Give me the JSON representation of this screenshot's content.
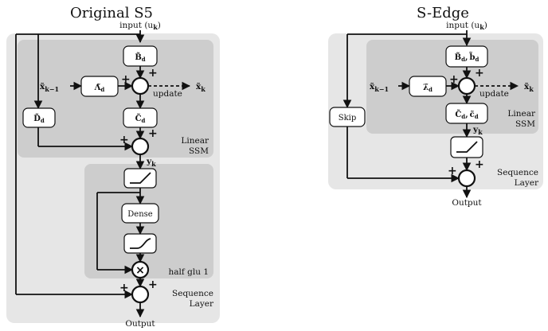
{
  "colors": {
    "outer_panel": "#e6e6e6",
    "inner_panel": "#cdcdcd",
    "stroke": "#111111",
    "block_fill": "#ffffff"
  },
  "left": {
    "title": "Original S5",
    "input": "input (u",
    "input_sub": "k",
    "input_close": ")",
    "B": "B̃",
    "B_sub": "d",
    "lambda": "Λ̃",
    "lambda_sub": "d",
    "C": "C̃",
    "C_sub": "d",
    "D": "D̃",
    "D_sub": "d",
    "xprev": "x̃",
    "xprev_sub": "k−1",
    "update": "update",
    "xk": "x̃",
    "xk_sub": "k",
    "yk": "y",
    "yk_sub": "k",
    "linear": "Linear",
    "ssm": "SSM",
    "dense": "Dense",
    "half_glu": "half glu 1",
    "sequence": "Sequence",
    "layer": "Layer",
    "output": "Output"
  },
  "right": {
    "title": "S-Edge",
    "input": "input (u",
    "input_sub": "k",
    "input_close": ")",
    "B": "B̃",
    "B_sub": "d",
    "b": "b̃",
    "b_sub": "d",
    "lambda": "λ̃",
    "lambda_sub": "d",
    "C": "C̃",
    "C_sub": "d",
    "c": "c̃",
    "c_sub": "d",
    "xprev": "x̃",
    "xprev_sub": "k−1",
    "update": "update",
    "xk": "x̃",
    "xk_sub": "k",
    "yk": "y",
    "yk_sub": "k",
    "skip": "Skip",
    "linear": "Linear",
    "ssm": "SSM",
    "sequence": "Sequence",
    "layer": "Layer",
    "output": "Output"
  },
  "signs": {
    "plus": "+",
    "times": "×",
    "comma": ","
  }
}
